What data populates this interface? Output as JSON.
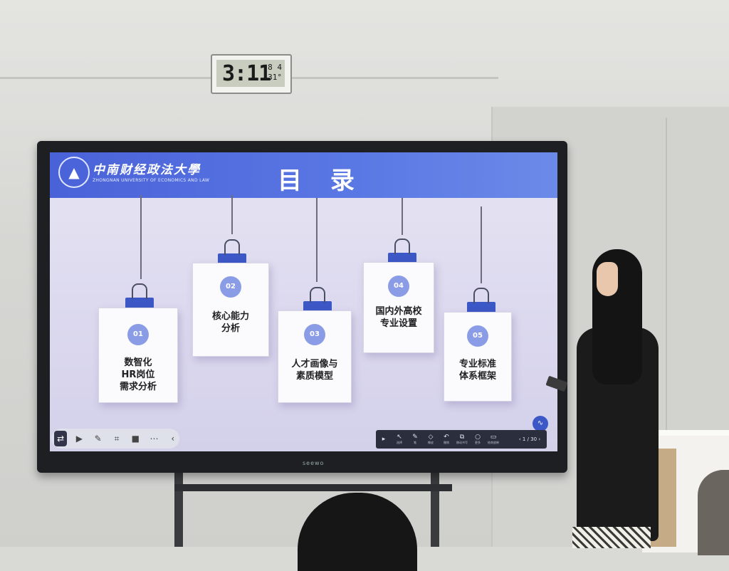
{
  "clock": {
    "time": "3:11",
    "side_top": "8 4",
    "side_bottom": "31°"
  },
  "slide": {
    "logo_cn": "中南财经政法大學",
    "logo_en": "ZHONGNAN UNIVERSITY OF ECONOMICS AND LAW",
    "title": "目 录",
    "cards": [
      {
        "num": "01",
        "text": "数智化\nHR岗位\n需求分析"
      },
      {
        "num": "02",
        "text": "核心能力\n分析"
      },
      {
        "num": "03",
        "text": "人才画像与\n素质模型"
      },
      {
        "num": "04",
        "text": "国内外高校\n专业设置"
      },
      {
        "num": "05",
        "text": "专业标准\n体系框架"
      }
    ]
  },
  "toolbar_left": {
    "items": [
      "switch-icon",
      "play-icon",
      "pen-icon",
      "screenshot-icon",
      "camera-icon",
      "more-icon",
      "collapse-icon"
    ]
  },
  "toolbar_right": {
    "items": [
      {
        "icon": "▸",
        "label": ""
      },
      {
        "icon": "↖",
        "label": "选择"
      },
      {
        "icon": "✎",
        "label": "笔"
      },
      {
        "icon": "◇",
        "label": "橡皮"
      },
      {
        "icon": "↶",
        "label": "撤销"
      },
      {
        "icon": "⧉",
        "label": "移动书写"
      },
      {
        "icon": "○",
        "label": "更多"
      },
      {
        "icon": "▭",
        "label": "结束放映"
      }
    ],
    "page": "1 / 30",
    "prev": "上一页",
    "next": "下一页"
  },
  "tv_brand": "seewo",
  "colors": {
    "header_blue": "#4a62d8",
    "clip_blue": "#3c57c6",
    "slide_bg": "#dcd9ef"
  }
}
